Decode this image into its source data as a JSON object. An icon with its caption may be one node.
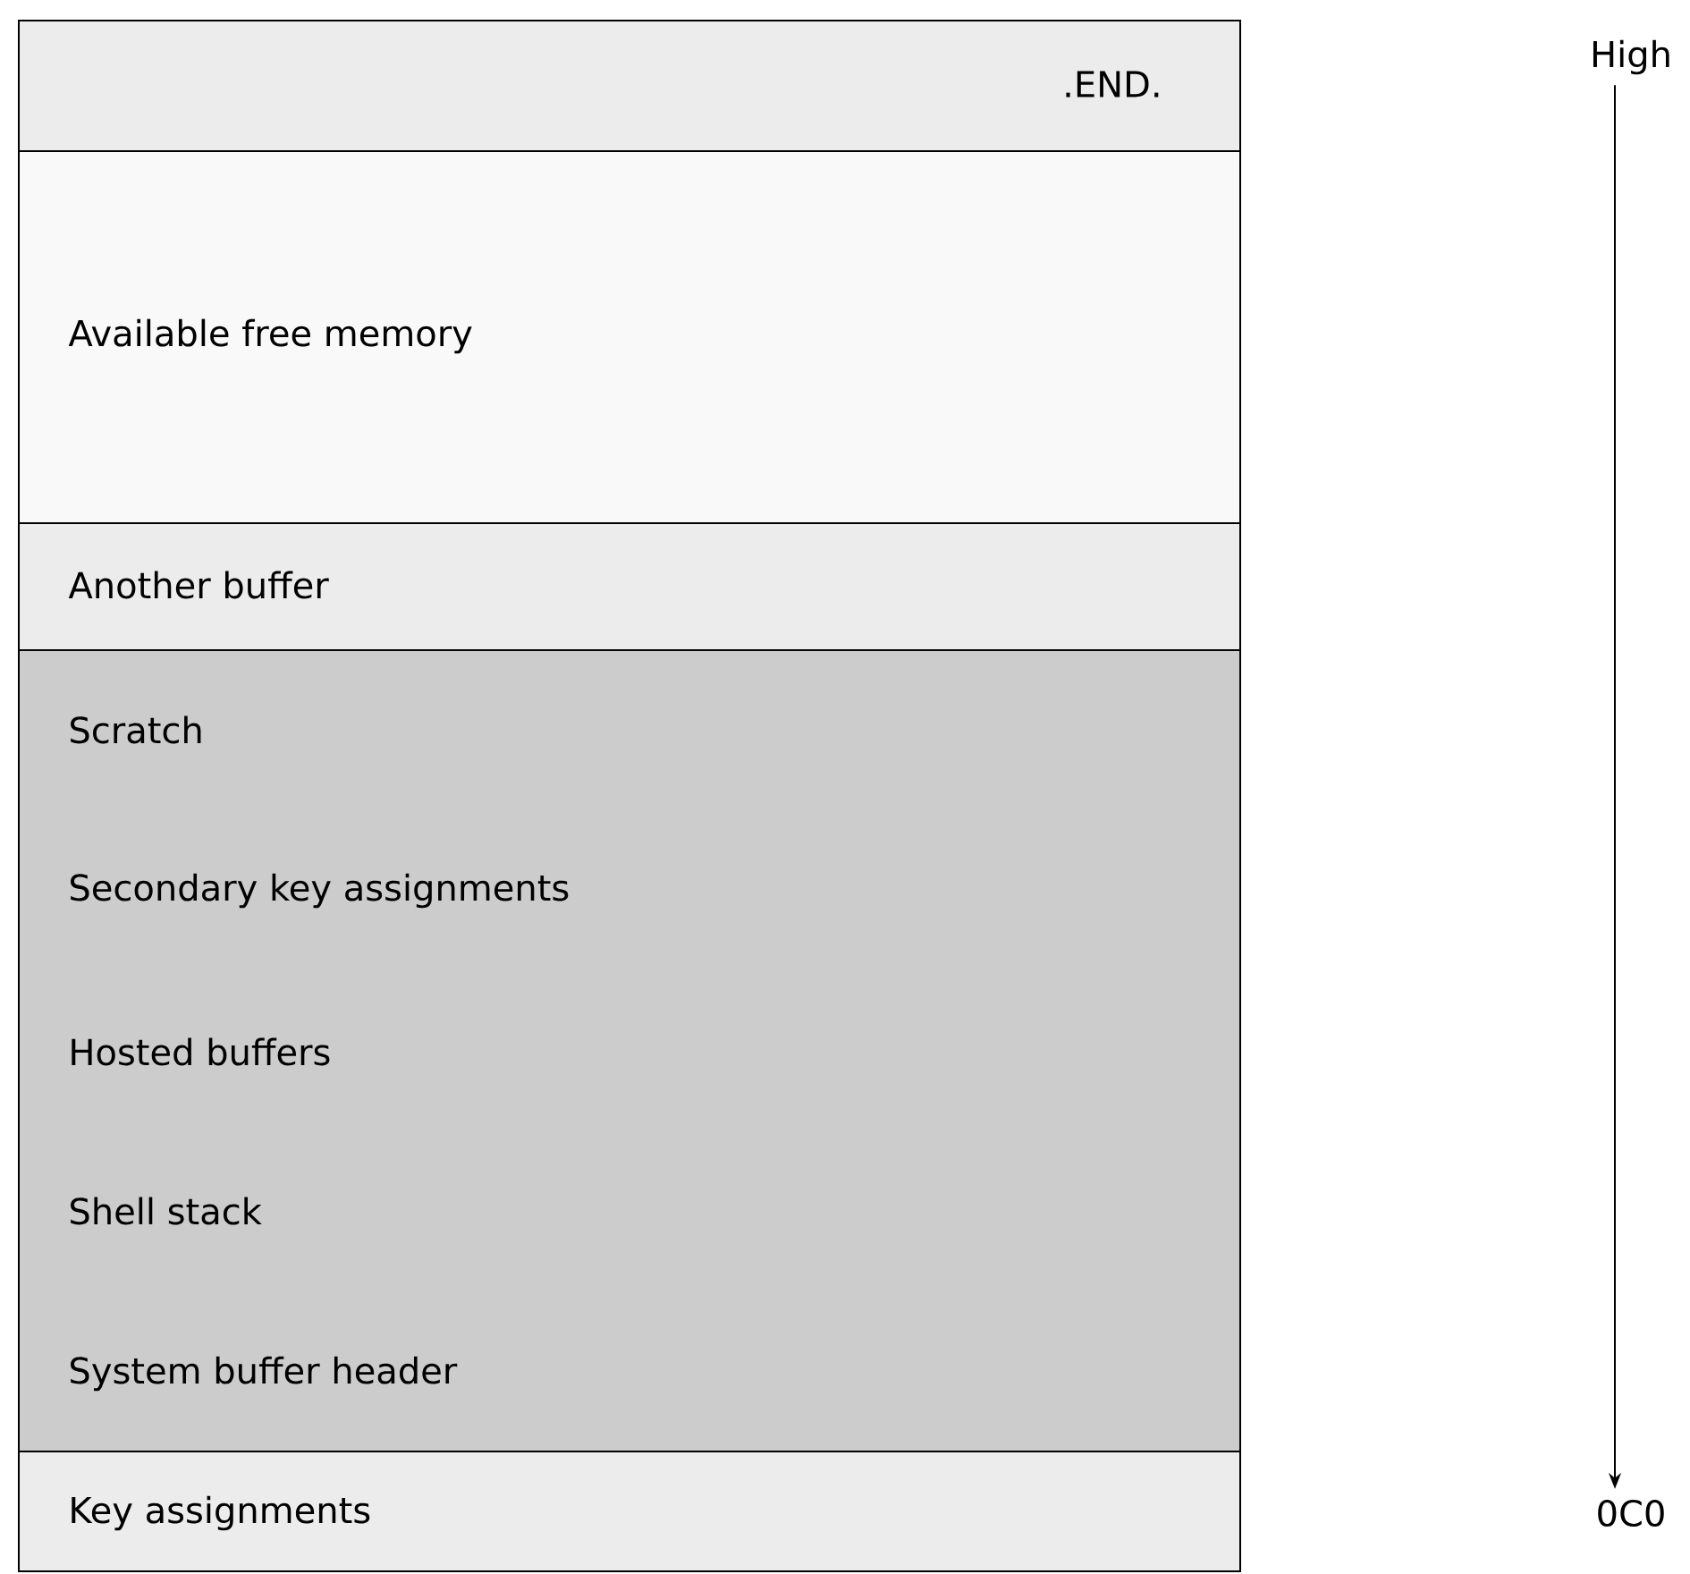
{
  "diagram": {
    "nodes": [
      {
        "text": [
          ".END."
        ]
      },
      {
        "text": [
          "Available free memory"
        ]
      },
      {
        "text": [
          "Another buffer"
        ]
      },
      {
        "text": [
          "Scratch",
          "Secondary key assignments",
          "Hosted buffers",
          "Shell stack",
          "System buffer header"
        ]
      },
      {
        "text": [
          "Key assignments"
        ]
      },
      {
        "text": [
          "High"
        ]
      },
      {
        "text": [
          "0C0"
        ]
      }
    ],
    "edges": [
      {
        "from": 5,
        "to": 6,
        "arrow": "to"
      }
    ]
  }
}
